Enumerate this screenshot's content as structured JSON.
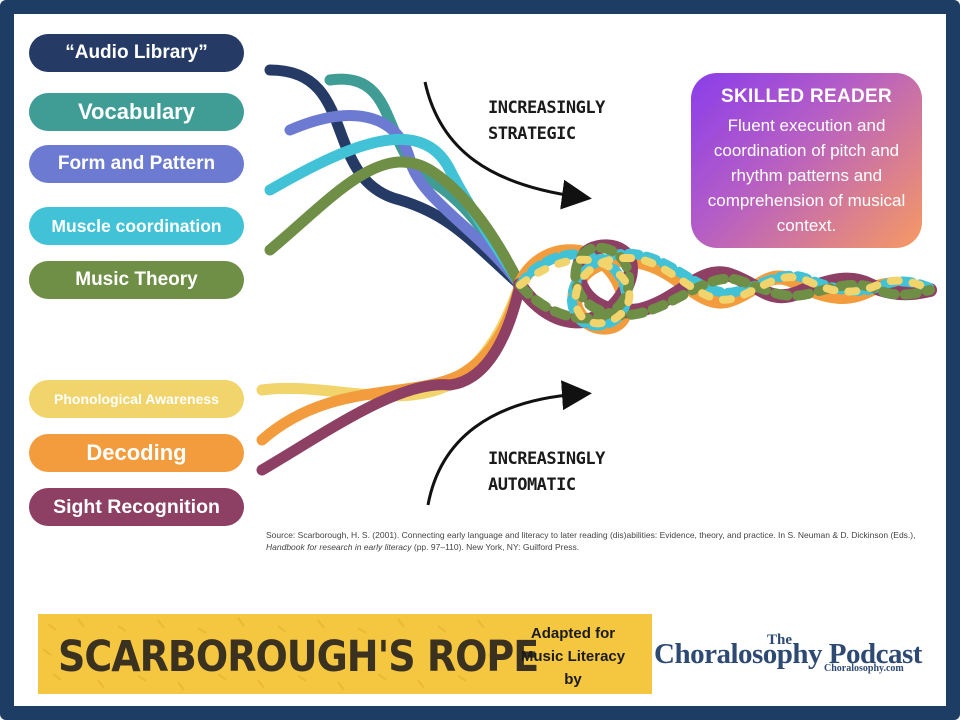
{
  "strands_upper": [
    {
      "label": "“Audio Library”",
      "color": "#253b66"
    },
    {
      "label": "Vocabulary",
      "color": "#3f9d96"
    },
    {
      "label": "Form and Pattern",
      "color": "#6c7bd1"
    },
    {
      "label": "Muscle coordination",
      "color": "#41c2d6"
    },
    {
      "label": "Music Theory",
      "color": "#6e8f45"
    }
  ],
  "strands_lower": [
    {
      "label": "Phonological Awareness",
      "color": "#f1d46b"
    },
    {
      "label": "Decoding",
      "color": "#f29c3d"
    },
    {
      "label": "Sight Recognition",
      "color": "#8e3f64"
    }
  ],
  "arrows": {
    "strategic": "INCREASINGLY STRATEGIC",
    "strategic_line1": "INCREASINGLY",
    "strategic_line2": "STRATEGIC",
    "automatic_line1": "INCREASINGLY",
    "automatic_line2": "AUTOMATIC"
  },
  "skilled_reader": {
    "title": "SKILLED READER",
    "body": "Fluent execution and coordination of pitch and rhythm patterns and comprehension of musical context."
  },
  "source": {
    "text_before": "Source: Scarborough, H. S. (2001). Connecting early language and literacy to later reading (dis)abilities: Evidence, theory, and practice. In S. Neuman & D. Dickinson (Eds.), ",
    "italic_title": "Handbook for research in early literacy",
    "text_after": " (pp. 97–110). New York, NY: Guilford Press."
  },
  "banner": {
    "title": "SCARBOROUGH'S ROPE",
    "adapted_line1": "Adapted for",
    "adapted_line2": "Music Literacy",
    "adapted_line3": "by"
  },
  "podcast": {
    "the": "The",
    "name": "Choralosophy Podcast",
    "url": "Choralosophy.com"
  },
  "colors": {
    "frame": "#1d3d64",
    "banner": "#f5c640"
  }
}
